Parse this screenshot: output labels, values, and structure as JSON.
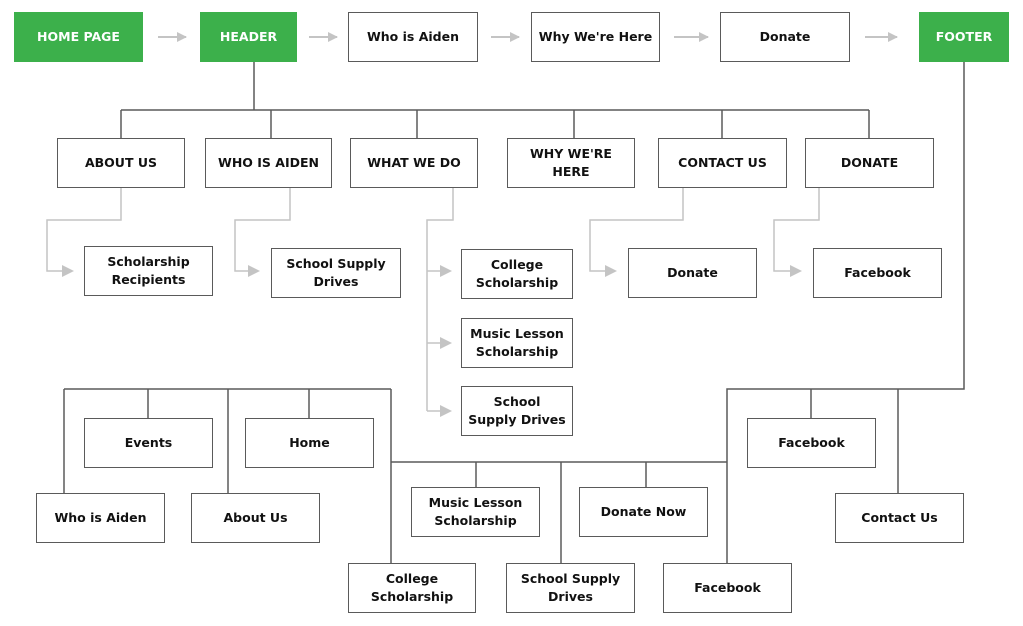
{
  "theme": {
    "accent": "#3cb04b",
    "line": "#5a5a5a",
    "arrow": "#c4c4c4"
  },
  "flow": {
    "home": "HOME PAGE",
    "header": "HEADER",
    "who": "Who is Aiden",
    "why": "Why We're Here",
    "donate": "Donate",
    "footer": "FOOTER"
  },
  "header_nav": {
    "about": "ABOUT  US",
    "who": "WHO IS AIDEN",
    "what": "WHAT WE DO",
    "why": "WHY WE'RE\nHERE",
    "contact": "CONTACT US",
    "donate": "DONATE"
  },
  "subpages": {
    "scholarship_recipients": "Scholarship\nRecipients",
    "school_supply_drives": "School Supply\nDrives",
    "college_scholarship": "College\nScholarship",
    "music_lesson_scholarship": "Music Lesson\nScholarship",
    "school_supply_drives_2": "School\nSupply Drives",
    "donate": "Donate",
    "facebook": "Facebook"
  },
  "home_sections": {
    "events": "Events",
    "home": "Home",
    "who": "Who is Aiden",
    "about": "About Us",
    "music": "Music Lesson\nScholarship",
    "donate_now": "Donate Now",
    "college": "College\nScholarship",
    "supply": "School Supply\nDrives",
    "facebook": "Facebook"
  },
  "footer_links": {
    "facebook": "Facebook",
    "contact": "Contact Us"
  }
}
